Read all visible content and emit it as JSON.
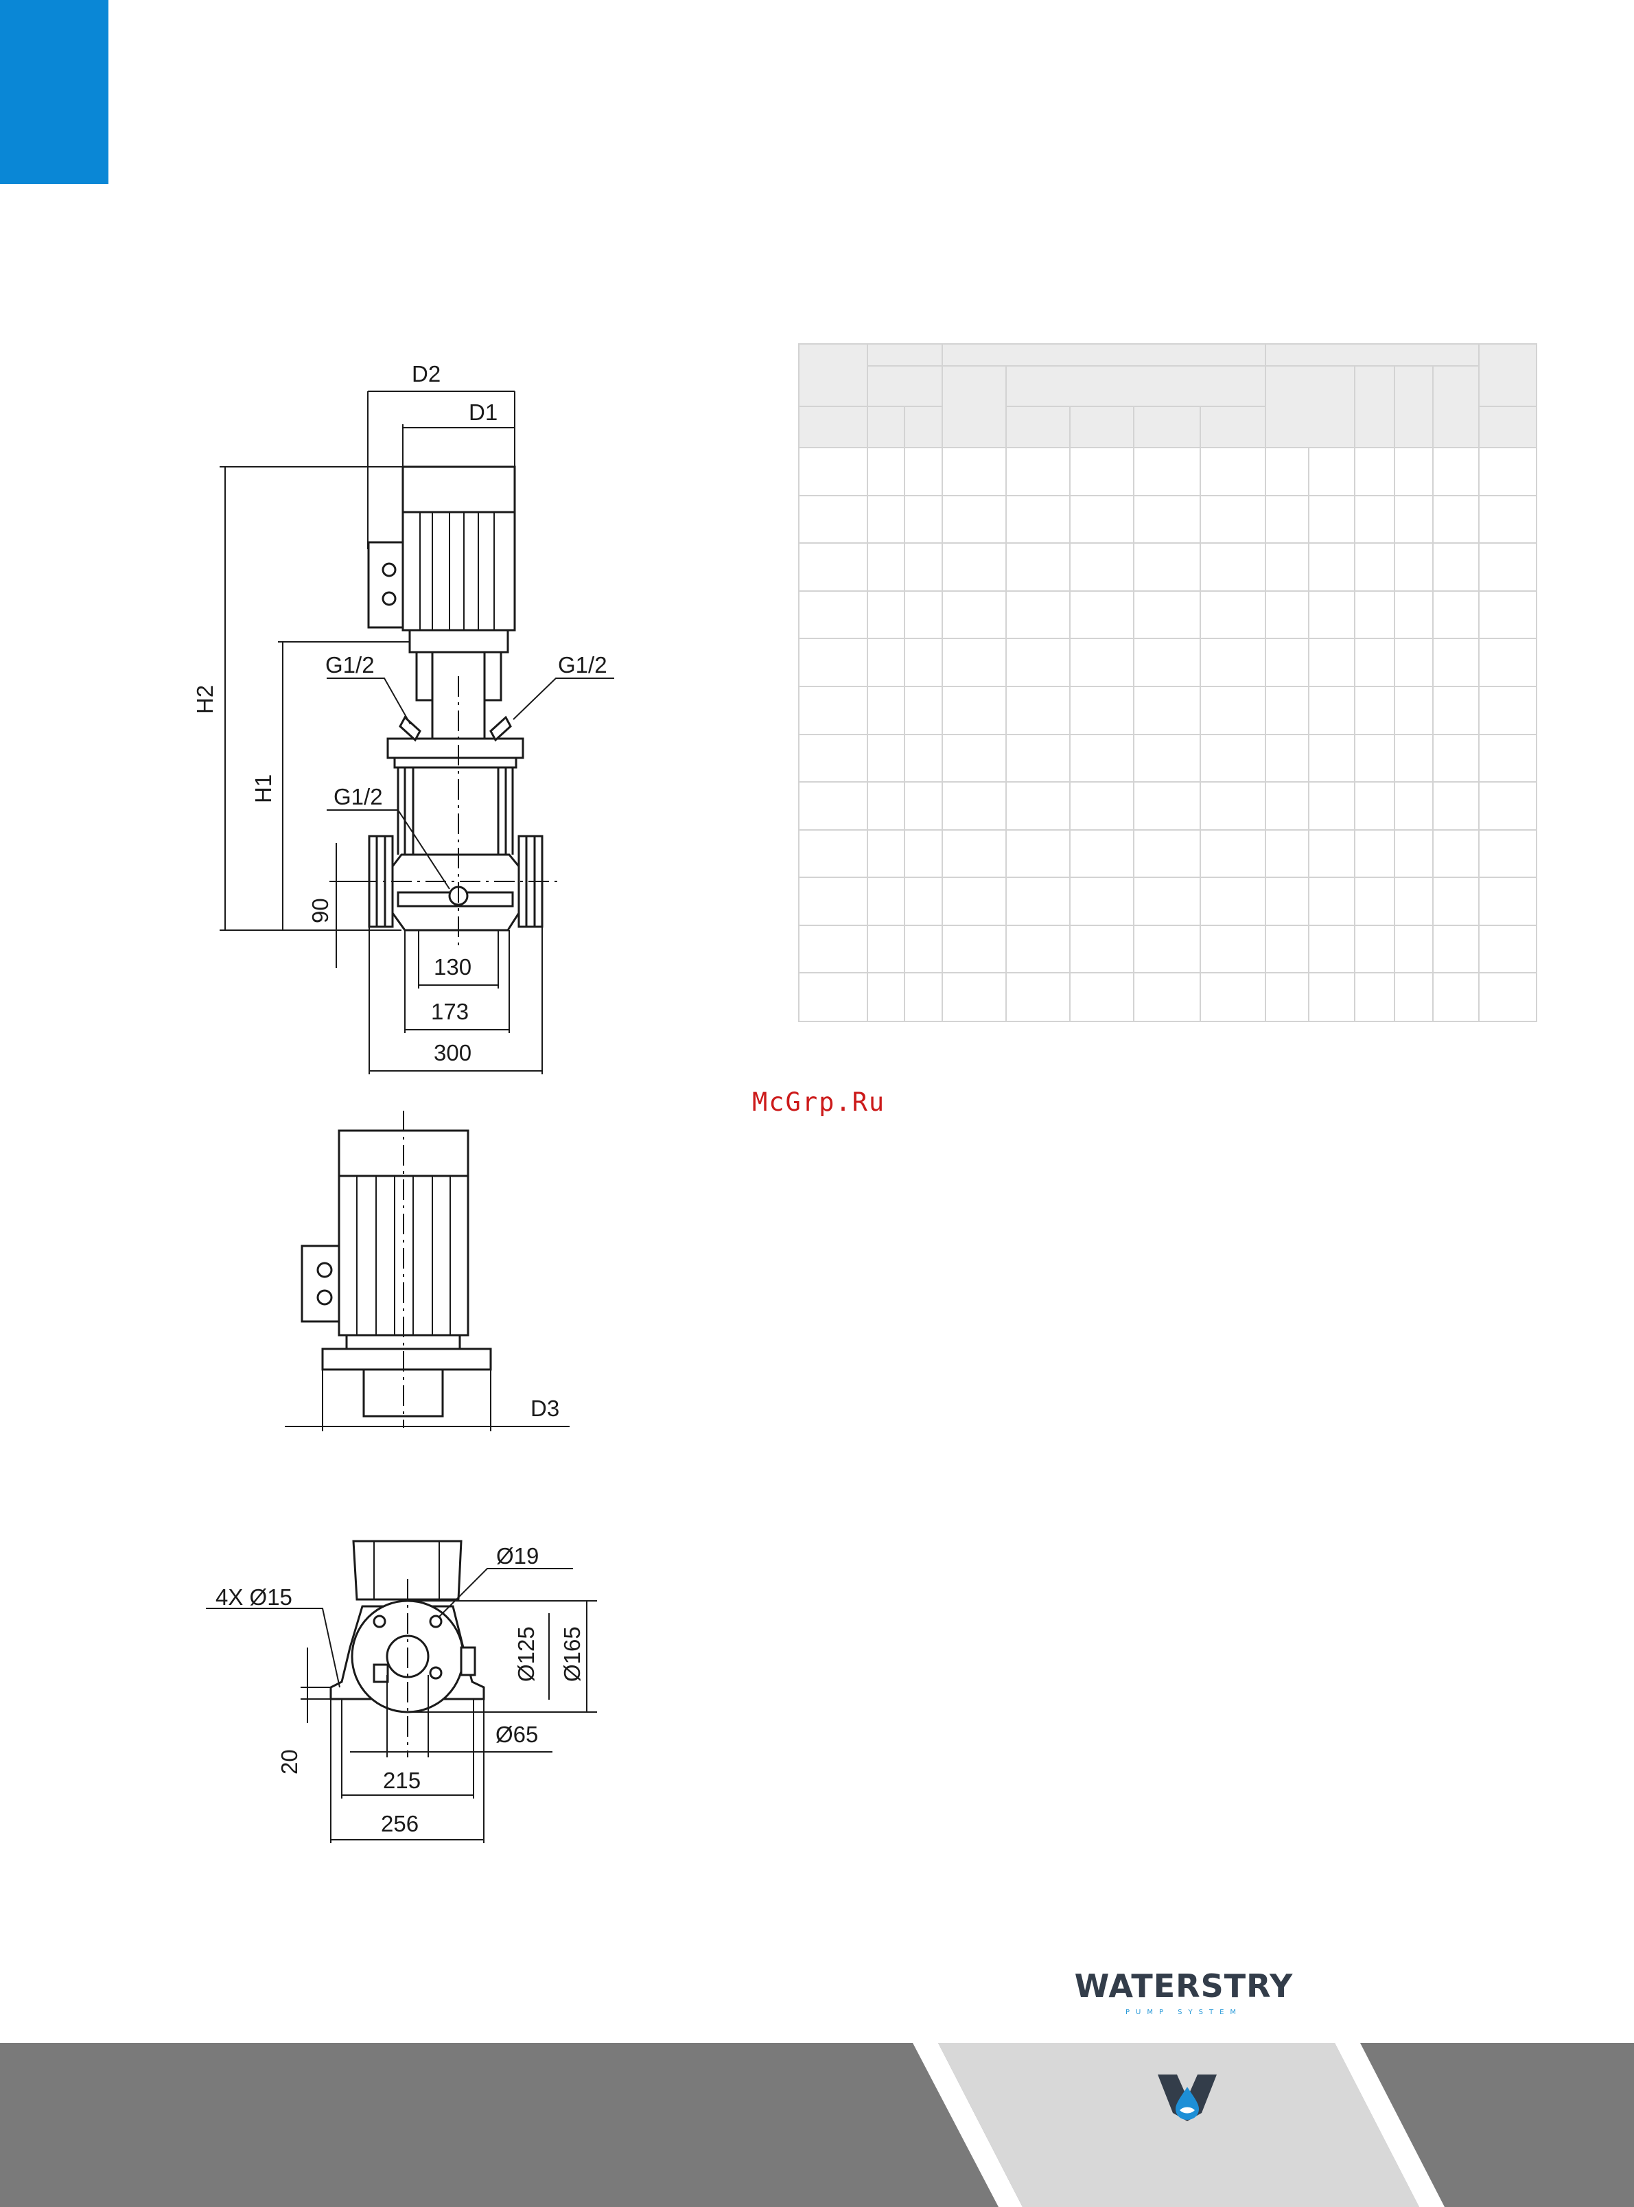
{
  "drawing_labels": {
    "d2": "D2",
    "d1": "D1",
    "h2": "H2",
    "h1": "H1",
    "g12_left": "G1/2",
    "g12_right": "G1/2",
    "g12_center": "G1/2",
    "dim_90": "90",
    "dim_130": "130",
    "dim_173": "173",
    "dim_300": "300",
    "d3": "D3",
    "holes_4x15": "4X Ø15",
    "dia_19": "Ø19",
    "dia_125": "Ø125",
    "dia_165": "Ø165",
    "dia_65": "Ø65",
    "dim_20": "20",
    "dim_215": "215",
    "dim_256": "256"
  },
  "watermark": "McGrp.Ru",
  "brand": {
    "name": "WATERSTRY",
    "tagline": "PUMP SYSTEM"
  },
  "colors": {
    "accent": "#0a87d6",
    "footer_dark": "#7a7a7a",
    "footer_light": "#d8d8d8",
    "table_border": "#d3d3d3",
    "table_header": "#ececec"
  }
}
